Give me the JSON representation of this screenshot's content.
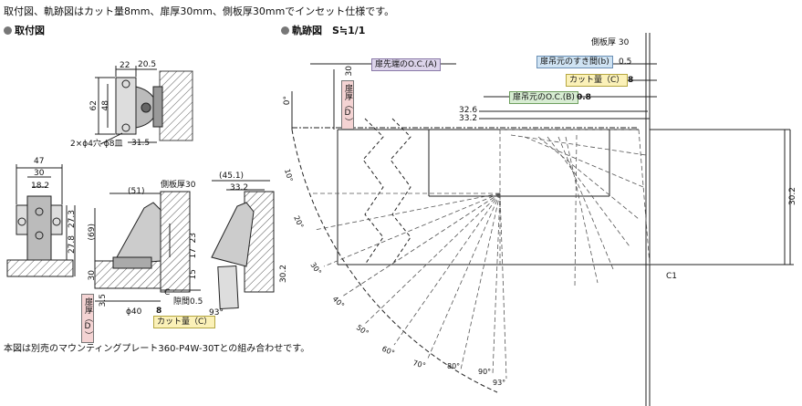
{
  "header": {
    "text": "取付図、軌跡図はカット量8mm、扉厚30mm、側板厚30mmでインセット仕様です。"
  },
  "sections": {
    "mounting": "取付図",
    "trajectory": "軌跡図　S≒1/1"
  },
  "mounting_dims": {
    "top": [
      "22",
      "20.5",
      "62",
      "48",
      "2×ϕ4穴 ϕ8皿",
      "31.5"
    ],
    "front": [
      "47",
      "30",
      "18.2",
      "27.3",
      "27.8"
    ],
    "side": [
      "(51)",
      "側板厚30",
      "(69)",
      "23",
      "17",
      "15",
      "30",
      "3.5",
      "ϕ40",
      "8",
      "C",
      "隙間0.5"
    ],
    "open": [
      "(45.1)",
      "33.2",
      "30.2",
      "93°"
    ]
  },
  "mounting_tags": {
    "door_thickness": "扉厚（D）",
    "cut_amount": "カット量（C）"
  },
  "trajectory_labels": {
    "side_panel": "側板厚 30",
    "oc_a": "扉先端のO.C.(A)",
    "gap_b": "扉吊元のすき間(b)",
    "gap_b_value": "0.5",
    "cut_c": "カット量（C）",
    "cut_c_value": "8",
    "oc_b": "扉吊元のO.C.(B)",
    "oc_b_value": "0.8",
    "d1": "32.6",
    "d2": "33.2",
    "door_d": "扉厚（D）",
    "door_d_value": "30",
    "height": "30.2",
    "c1": "C1",
    "zero": "0°"
  },
  "angles": [
    "10°",
    "20°",
    "30°",
    "40°",
    "50°",
    "60°",
    "70°",
    "80°",
    "90°",
    "93°"
  ],
  "note": "本図は別売のマウンティングプレート360-P4W-30Tとの組み合わせです。"
}
